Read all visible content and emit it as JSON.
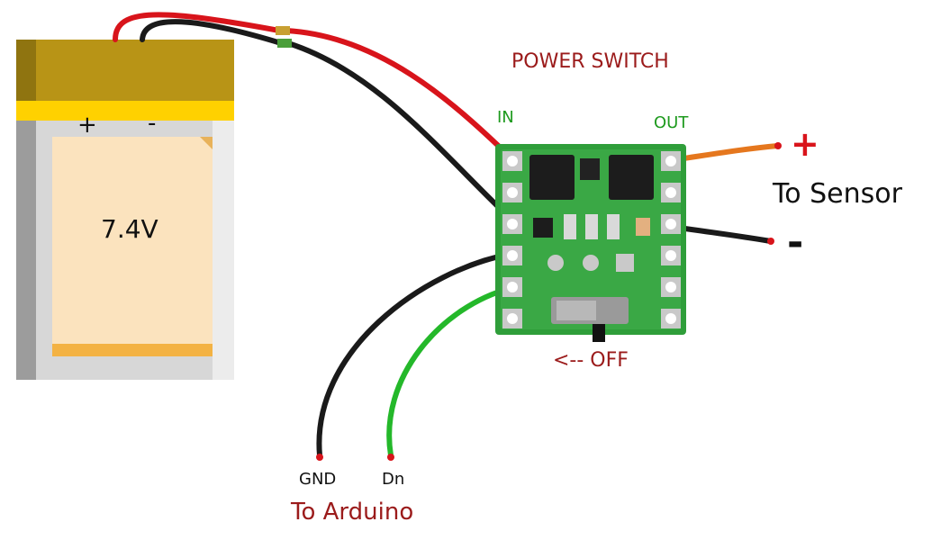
{
  "battery": {
    "voltage": "7.4V",
    "plus_sign": "+",
    "minus_sign": "-"
  },
  "switch": {
    "title": "POWER SWITCH",
    "in_label": "IN",
    "out_label": "OUT",
    "off_label": "<-- OFF"
  },
  "sensor": {
    "plus_sign": "+",
    "label": "To Sensor",
    "minus_sign": "-"
  },
  "arduino": {
    "gnd_label": "GND",
    "dn_label": "Dn",
    "label": "To Arduino"
  },
  "colors": {
    "red_wire": "#d8141b",
    "black_wire": "#1a1a1a",
    "orange_wire": "#e5771e",
    "green_wire": "#24b82a",
    "pcb_green": "#2f9e3a",
    "battery_top": "#b89416",
    "battery_body": "#fbe3be"
  }
}
